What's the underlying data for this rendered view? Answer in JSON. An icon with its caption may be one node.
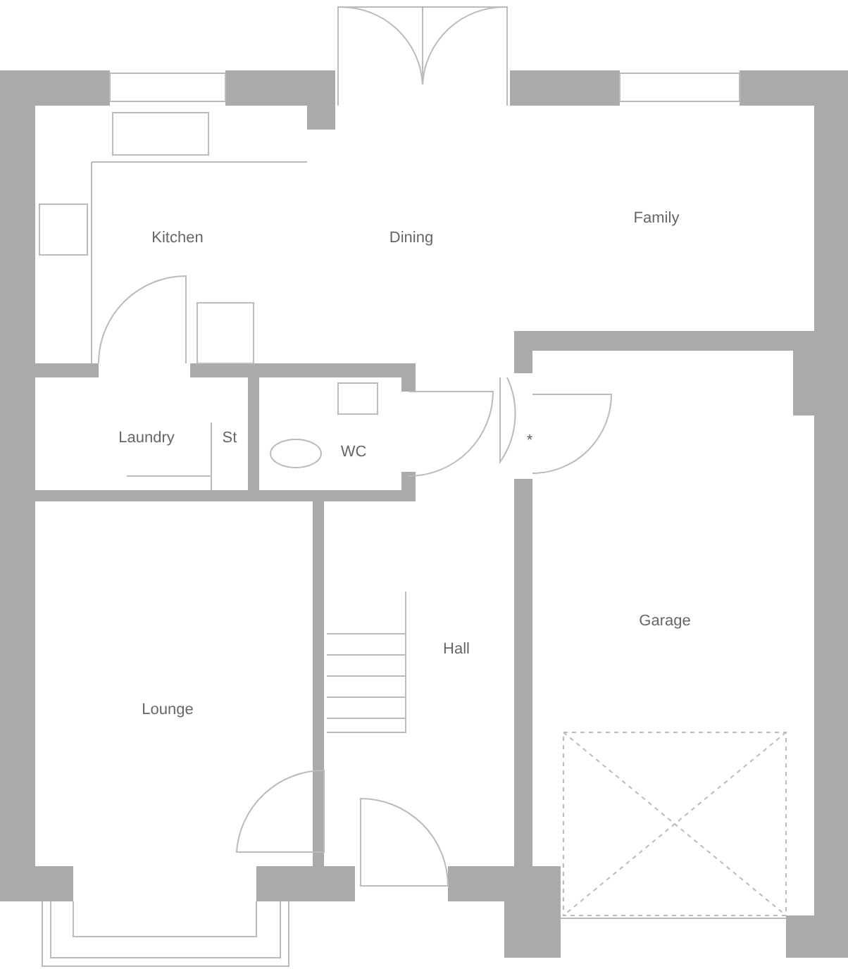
{
  "diagram": {
    "labels": [
      "Family",
      "Kitchen",
      "Dining",
      "Laundry",
      "St",
      "WC",
      "*",
      "Hall",
      "Garage",
      "Lounge"
    ]
  }
}
